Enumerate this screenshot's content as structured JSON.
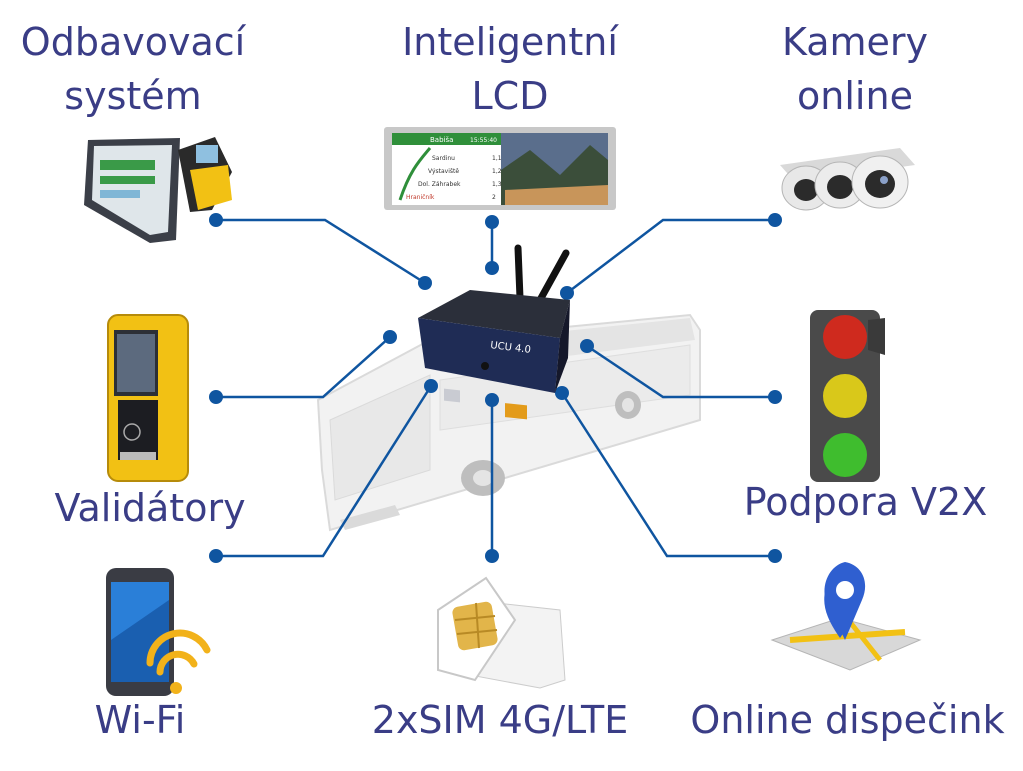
{
  "labels": {
    "fare_system": [
      "Odbavovací",
      "systém"
    ],
    "smart_lcd": [
      "Inteligentní",
      "LCD"
    ],
    "cameras": [
      "Kamery",
      "online"
    ],
    "validators": "Validátory",
    "v2x": "Podpora V2X",
    "wifi": "Wi-Fi",
    "sim": "2xSIM 4G/LTE",
    "dispatch": "Online dispečink"
  },
  "device": {
    "name": "UCU 4.0"
  },
  "lcd_screen": {
    "stop": "Babiša",
    "time": "15:55:40",
    "rows": [
      {
        "name": "Sardinu",
        "value": "1,1"
      },
      {
        "name": "Výstaviště",
        "value": "1,2"
      },
      {
        "name": "Dol. Záhrabek",
        "value": "1,3"
      },
      {
        "name": "Hraničník",
        "value": "2"
      }
    ]
  },
  "colors": {
    "label": "#3a3d86",
    "connector": "#0f55a0",
    "traffic_red": "#cf2a1e",
    "traffic_yellow": "#d9c81a",
    "traffic_green": "#3fbd2e",
    "validator_yellow": "#f2c114",
    "pin_blue": "#2f5fd0"
  }
}
